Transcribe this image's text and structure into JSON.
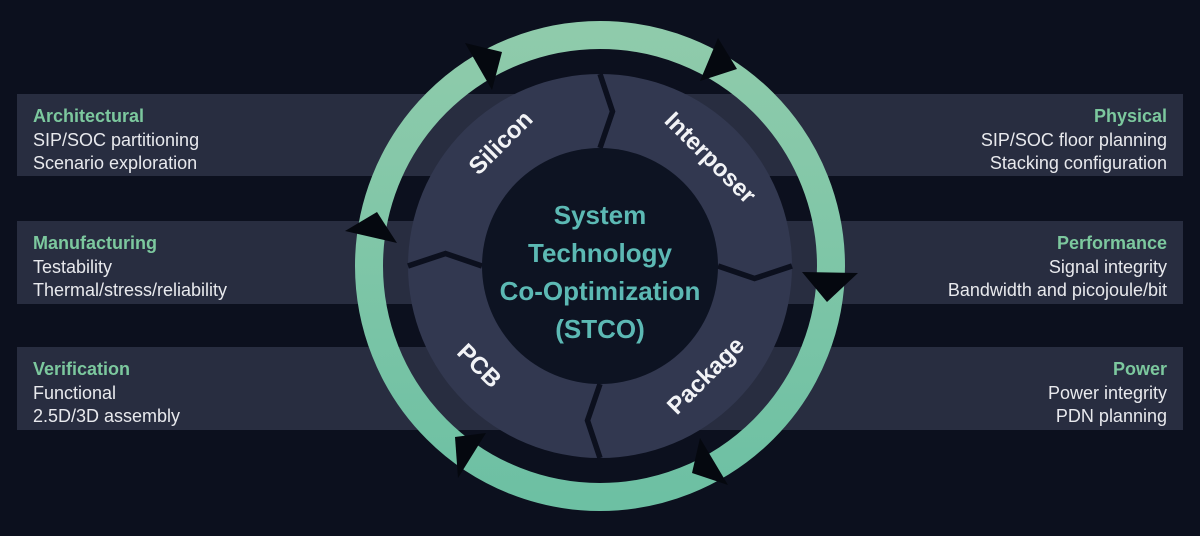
{
  "center": {
    "line1": "System",
    "line2": "Technology",
    "line3": "Co-Optimization",
    "line4": "(STCO)"
  },
  "ring": {
    "segments": {
      "silicon": "Silicon",
      "interposer": "Interposer",
      "package": "Package",
      "pcb": "PCB"
    }
  },
  "bands": {
    "left": [
      {
        "heading": "Architectural",
        "line1": "SIP/SOC partitioning",
        "line2": "Scenario exploration"
      },
      {
        "heading": "Manufacturing",
        "line1": "Testability",
        "line2": "Thermal/stress/reliability"
      },
      {
        "heading": "Verification",
        "line1": "Functional",
        "line2": "2.5D/3D assembly"
      }
    ],
    "right": [
      {
        "heading": "Physical",
        "line1": "SIP/SOC floor planning",
        "line2": "Stacking configuration"
      },
      {
        "heading": "Performance",
        "line1": "Signal integrity",
        "line2": "Bandwidth and picojoule/bit"
      },
      {
        "heading": "Power",
        "line1": "Power integrity",
        "line2": "PDN planning"
      }
    ]
  },
  "colors": {
    "background": "#0c101e",
    "band": "#282d40",
    "donut-segment": "#323850",
    "center-circle": "#0d1322",
    "center-text-teal": "#5cb9b4",
    "heading-green": "#7cc89e",
    "body-text": "#e8e9ed",
    "ring-green-top": "#8fcbab",
    "ring-green-bottom": "#6dc0a3",
    "arrow-black": "#05080f"
  }
}
